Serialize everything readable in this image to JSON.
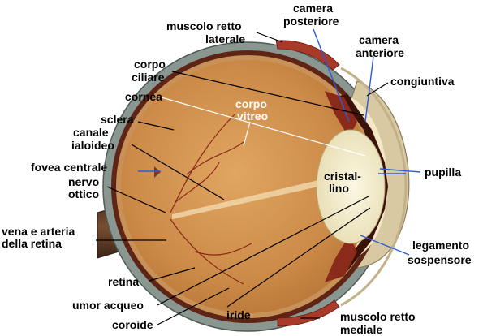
{
  "labels": {
    "muscolo_retto_laterale": [
      "muscolo retto",
      "laterale"
    ],
    "camera_posteriore": [
      "camera",
      "posteriore"
    ],
    "camera_anteriore": [
      "camera",
      "anteriore"
    ],
    "congiuntiva": "congiuntiva",
    "corpo_ciliare": [
      "corpo",
      "ciliare"
    ],
    "cornea": "cornea",
    "corpo_vitreo": [
      "corpo",
      "vitreo"
    ],
    "sclera": "sclera",
    "canale_ialoideo": [
      "canale",
      "ialoideo"
    ],
    "fovea_centrale": "fovea centrale",
    "nervo_ottico": [
      "nervo",
      "ottico"
    ],
    "cristallino": [
      "cristal-",
      "lino"
    ],
    "pupilla": "pupilla",
    "vena_arteria_retina": [
      "vena e arteria",
      "della retina"
    ],
    "legamento_sospensore": [
      "legamento",
      "sospensore"
    ],
    "retina": "retina",
    "umor_acqueo": "umor acqueo",
    "coroide": "coroide",
    "iride": "iride",
    "muscolo_retto_mediale": [
      "muscolo retto",
      "mediale"
    ]
  },
  "colors": {
    "sclera": "#7e8c86",
    "choroid": "#6a2a18",
    "retina": "#c48f55",
    "vitreous": "#d09250",
    "lens": "#f2ecc8",
    "cornea": "#d8c7a0",
    "nerve": "#5a3a26",
    "muscle": "#a83a2a",
    "blue_leader": "#2a5bd7"
  }
}
